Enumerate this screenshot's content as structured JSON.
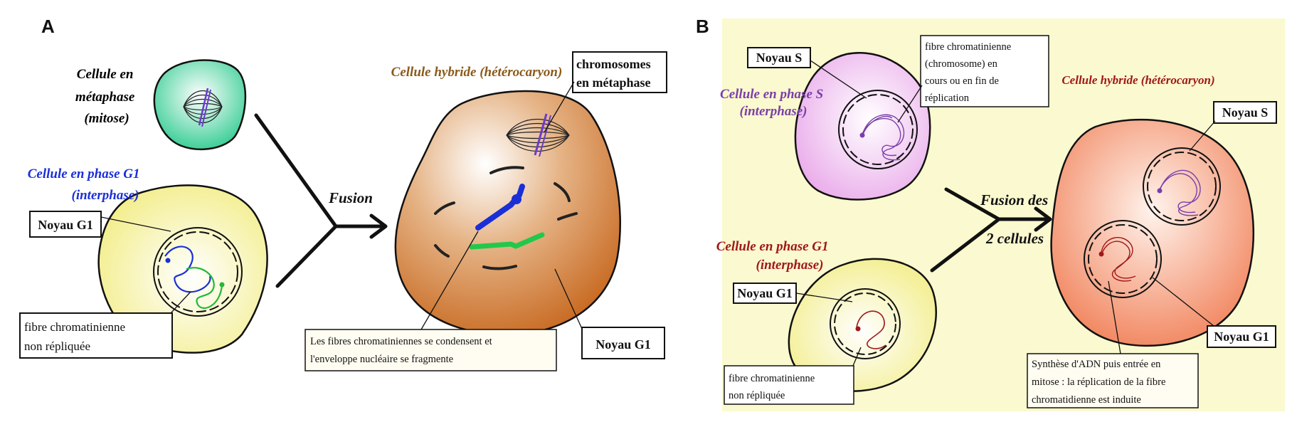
{
  "panels": {
    "a": {
      "label": "A",
      "metaphase_title": [
        "Cellule en",
        "métaphase",
        "(mitose)"
      ],
      "g1_title": [
        "Cellule en phase G1",
        "(interphase)"
      ],
      "hybrid_title": "Cellule hybride (hétérocaryon)",
      "chromosomes_label": [
        "chromosomes",
        "en métaphase"
      ],
      "fusion_label": "Fusion",
      "noyau_g1_label": "Noyau G1",
      "fibre_label": [
        "fibre    chromatinienne",
        "non répliquée"
      ],
      "condense_label": [
        "Les fibres chromatiniennes se condensent et",
        "l'enveloppe  nucléaire se fragmente"
      ],
      "noyau_g1_hybrid_label": "Noyau G1",
      "colors": {
        "metaphase_title": "#2e8b3a",
        "g1_title": "#1a2fd6",
        "hybrid_title": "#8b5a1a"
      }
    },
    "b": {
      "label": "B",
      "noyau_s_label": "Noyau S",
      "fibre_replication_label": [
        "fibre chromatinienne",
        "(chromosome)         en",
        "cours ou en fin de",
        "réplication"
      ],
      "phase_s_title": [
        "Cellule en phase S",
        "(interphase)"
      ],
      "hybrid_title": "Cellule hybride (hétérocaryon)",
      "noyau_s_hybrid_label": "Noyau S",
      "fusion_label": [
        "Fusion des",
        "2 cellules"
      ],
      "g1_title": [
        "Cellule en phase G1",
        "(interphase)"
      ],
      "noyau_g1_label": "Noyau G1",
      "noyau_g1_hybrid_label": "Noyau G1",
      "fibre_label": [
        "fibre    chromatinienne",
        "non répliquée"
      ],
      "synthese_label": [
        "Synthèse d'ADN puis entrée en",
        "mitose : la réplication de la fibre",
        "chromatidienne est induite"
      ],
      "colors": {
        "phase_s_title": "#7a3fa8",
        "g1_title": "#a01818",
        "hybrid_title": "#a01818",
        "background": "#fbf9cf"
      }
    }
  }
}
